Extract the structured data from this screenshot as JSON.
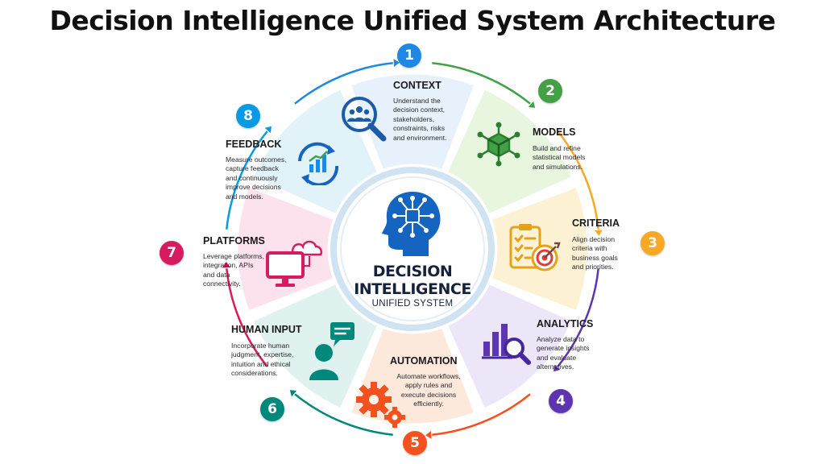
{
  "title": "Decision Intelligence Unified System Architecture",
  "center": {
    "title_line1": "DECISION",
    "title_line2": "INTELLIGENCE",
    "subtitle": "UNIFIED SYSTEM",
    "icon": "brain-circuit-icon"
  },
  "colors": {
    "context": "#1e88e5",
    "models": "#43a047",
    "criteria": "#f9a825",
    "analytics": "#5e35b1",
    "automation": "#f4511e",
    "human_input": "#00897b",
    "platforms": "#d81b60",
    "feedback": "#039be5",
    "center_ring": "#b3d4ec"
  },
  "segments": [
    {
      "number": "1",
      "title": "CONTEXT",
      "icon": "people-magnifier-icon",
      "lines": [
        "Understand the",
        "decision context,",
        "stakeholders,",
        "constraints, risks",
        "and environment."
      ]
    },
    {
      "number": "2",
      "title": "MODELS",
      "icon": "network-cube-icon",
      "lines": [
        "Build and refine",
        "statistical models",
        "and simulations."
      ]
    },
    {
      "number": "3",
      "title": "CRITERIA",
      "icon": "checklist-target-icon",
      "lines": [
        "Align decision",
        "criteria with",
        "business goals",
        "and priorities."
      ]
    },
    {
      "number": "4",
      "title": "ANALYTICS",
      "icon": "bar-chart-magnifier-icon",
      "lines": [
        "Analyze data to",
        "generate insights",
        "and evaluate",
        "alternatives."
      ]
    },
    {
      "number": "5",
      "title": "AUTOMATION",
      "icon": "gears-icon",
      "lines": [
        "Automate workflows,",
        "apply rules and",
        "execute decisions",
        "efficiently."
      ]
    },
    {
      "number": "6",
      "title": "HUMAN INPUT",
      "icon": "person-chat-icon",
      "lines": [
        "Incorporate human",
        "judgment, expertise,",
        "intuition and ethical",
        "considerations."
      ]
    },
    {
      "number": "7",
      "title": "PLATFORMS",
      "icon": "monitor-cloud-icon",
      "lines": [
        "Leverage platforms,",
        "integration, APIs",
        "and data",
        "connectivity."
      ]
    },
    {
      "number": "8",
      "title": "FEEDBACK",
      "icon": "cycle-chart-icon",
      "lines": [
        "Measure outcomes,",
        "capture feedback",
        "and continuously",
        "improve decisions",
        "and models."
      ]
    }
  ]
}
